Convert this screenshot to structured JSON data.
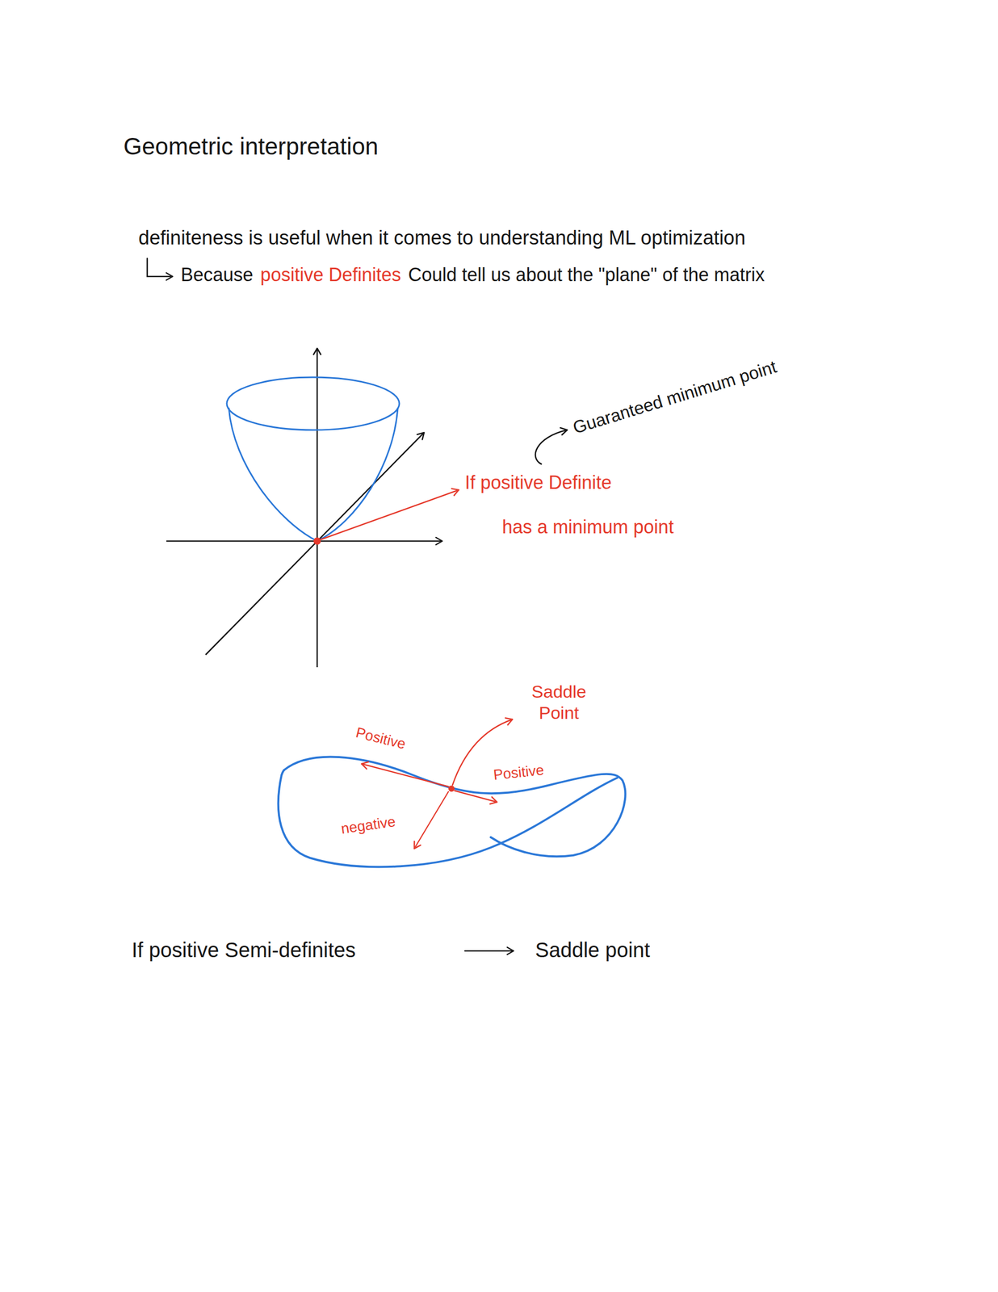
{
  "diagram": {
    "title": "Geometric interpretation",
    "labels": [
      "definiteness is useful when it comes to understanding ML optimization",
      "Because",
      "positive Definites",
      "Could tell us about the \"plane\" of the matrix",
      "Guaranteed minimum point",
      "If positive Definite",
      "has a minimum point",
      "Saddle Point",
      "Positive",
      "Positive",
      "negative",
      "If positive Semi-definites",
      "Saddle point"
    ]
  }
}
